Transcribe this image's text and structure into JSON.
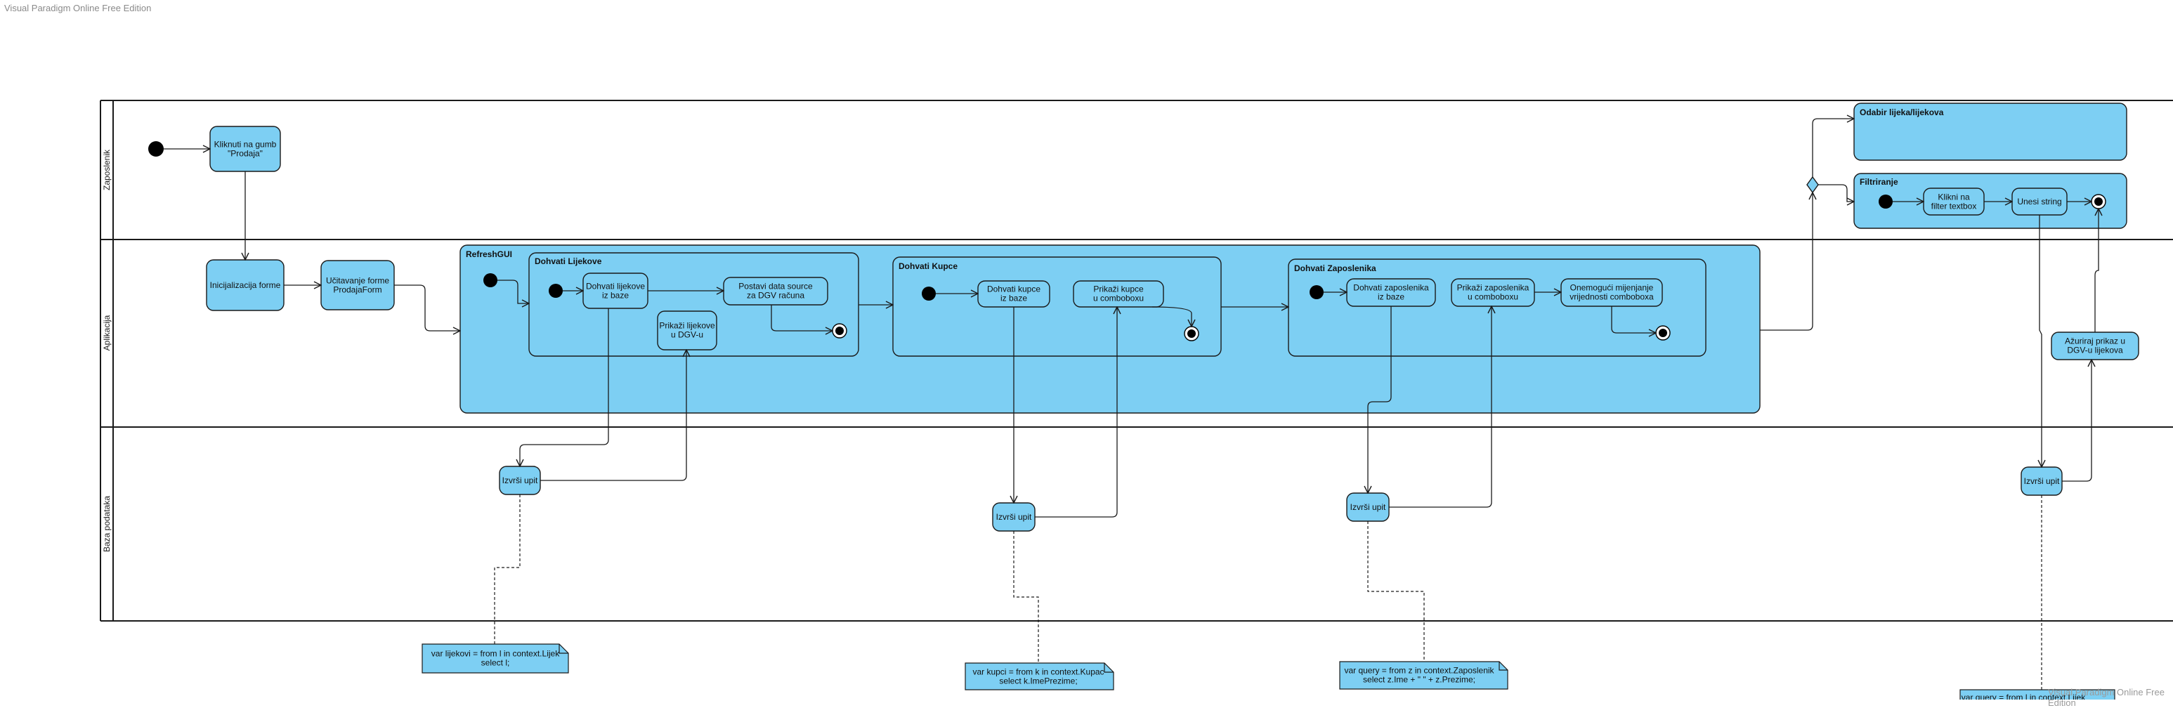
{
  "app": {
    "watermark": "Visual Paradigm Online Free Edition"
  },
  "colors": {
    "fill": "#7dcff3",
    "stroke": "#1a1a1a",
    "background": "#ffffff"
  },
  "lanes": [
    {
      "id": "zaposlenik",
      "label": "Zaposlenik"
    },
    {
      "id": "aplikacija",
      "label": "Aplikacija"
    },
    {
      "id": "baza",
      "label": "Baza podataka"
    }
  ],
  "actions": [
    {
      "id": "kliknuti",
      "lines": [
        "Kliknuti na gumb",
        "\"Prodaja\""
      ]
    },
    {
      "id": "inicijalizacija",
      "lines": [
        "Inicijalizacija forme"
      ]
    },
    {
      "id": "ucitavanje",
      "lines": [
        "Učitavanje forme",
        "ProdajaForm"
      ]
    },
    {
      "id": "dohvati-lijekove",
      "lines": [
        "Dohvati lijekove",
        "iz baze"
      ]
    },
    {
      "id": "postavi-ds",
      "lines": [
        "Postavi data source",
        "za DGV računa"
      ]
    },
    {
      "id": "prikazi-lijekove",
      "lines": [
        "Prikaži lijekove",
        "u DGV-u"
      ]
    },
    {
      "id": "dohvati-kupce",
      "lines": [
        "Dohvati kupce",
        "iz baze"
      ]
    },
    {
      "id": "prikazi-kupce",
      "lines": [
        "Prikaži kupce",
        "u comboboxu"
      ]
    },
    {
      "id": "dohvati-zaposlenika",
      "lines": [
        "Dohvati zaposlenika",
        "iz baze"
      ]
    },
    {
      "id": "prikazi-zaposlenika",
      "lines": [
        "Prikaži zaposlenika",
        "u comboboxu"
      ]
    },
    {
      "id": "onemoguci",
      "lines": [
        "Onemogući mijenjanje",
        "vrijednosti comboboxa"
      ]
    },
    {
      "id": "klikni-filter",
      "lines": [
        "Klikni na",
        "filter textbox"
      ]
    },
    {
      "id": "unesi-string",
      "lines": [
        "Unesi string"
      ]
    },
    {
      "id": "azuriraj",
      "lines": [
        "Ažuriraj prikaz u",
        "DGV-u lijekova"
      ]
    },
    {
      "id": "izvrsi-1",
      "lines": [
        "Izvrši upit"
      ]
    },
    {
      "id": "izvrsi-2",
      "lines": [
        "Izvrši upit"
      ]
    },
    {
      "id": "izvrsi-3",
      "lines": [
        "Izvrši upit"
      ]
    },
    {
      "id": "izvrsi-4",
      "lines": [
        "Izvrši upit"
      ]
    }
  ],
  "groups": [
    {
      "id": "refreshgui",
      "label": "RefreshGUI"
    },
    {
      "id": "g-lijekove",
      "label": "Dohvati Lijekove"
    },
    {
      "id": "g-kupce",
      "label": "Dohvati Kupce"
    },
    {
      "id": "g-zaposlenika",
      "label": "Dohvati Zaposlenika"
    },
    {
      "id": "g-odabir",
      "label": "Odabir lijeka/lijekova"
    },
    {
      "id": "g-filtriranje",
      "label": "Filtriranje"
    }
  ],
  "notes": [
    {
      "id": "note-lijekovi",
      "lines": [
        "var lijekovi = from l in context.Lijek",
        "select l;"
      ]
    },
    {
      "id": "note-kupci",
      "lines": [
        "var kupci = from k in context.Kupac",
        "select k.ImePrezime;"
      ]
    },
    {
      "id": "note-query",
      "lines": [
        "var query = from z in context.Zaposlenik",
        "select z.Ime + \" \" + z.Prezime;"
      ]
    },
    {
      "id": "note-cut",
      "lines": [
        "var query = from l in context.Lijek"
      ]
    }
  ]
}
